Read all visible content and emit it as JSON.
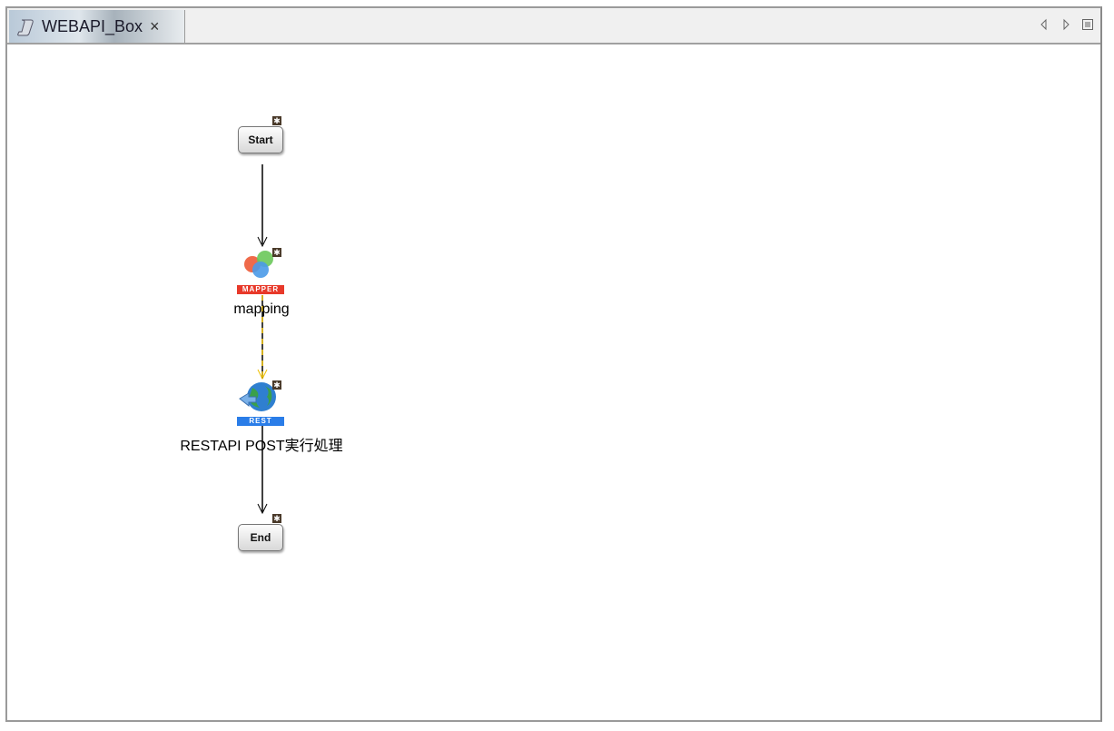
{
  "tab": {
    "title": "WEBAPI_Box",
    "close": "×"
  },
  "toolbar": {
    "prev": "previous-icon",
    "next": "next-icon",
    "menu": "list-icon"
  },
  "flow": {
    "start": "Start",
    "mapper_tag": "MAPPER",
    "mapper_label": "mapping",
    "rest_tag": "REST",
    "rest_label": "RESTAPI POST実行処理",
    "end": "End",
    "badge": "✱"
  },
  "colors": {
    "mapper_tag": "#e8392a",
    "rest_tag": "#2a7de8",
    "data_link": "#f0c000"
  }
}
